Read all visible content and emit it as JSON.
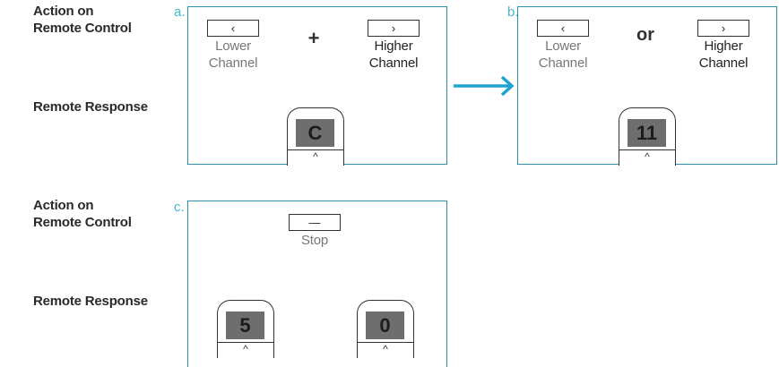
{
  "labels": {
    "action": [
      "Action on",
      "Remote Control"
    ],
    "response": "Remote Response"
  },
  "panels": {
    "a": {
      "letter": "a.",
      "left_key": {
        "symbol": "‹",
        "text": [
          "Lower",
          "Channel"
        ]
      },
      "operator": "+",
      "right_key": {
        "symbol": "›",
        "text": [
          "Higher",
          "Channel"
        ]
      },
      "display": "C"
    },
    "b": {
      "letter": "b.",
      "left_key": {
        "symbol": "‹",
        "text": [
          "Lower",
          "Channel"
        ]
      },
      "operator": "or",
      "right_key": {
        "symbol": "›",
        "text": [
          "Higher",
          "Channel"
        ]
      },
      "display": "11"
    },
    "c": {
      "letter": "c.",
      "key": {
        "symbol": "—",
        "text": "Stop"
      },
      "displays": [
        "5",
        "0"
      ]
    }
  },
  "caret": "^",
  "colors": {
    "panel_border": "#2f8fa9",
    "letter": "#45b9d3",
    "arrow": "#1fa3cf",
    "screen": "#6e6e6e"
  }
}
